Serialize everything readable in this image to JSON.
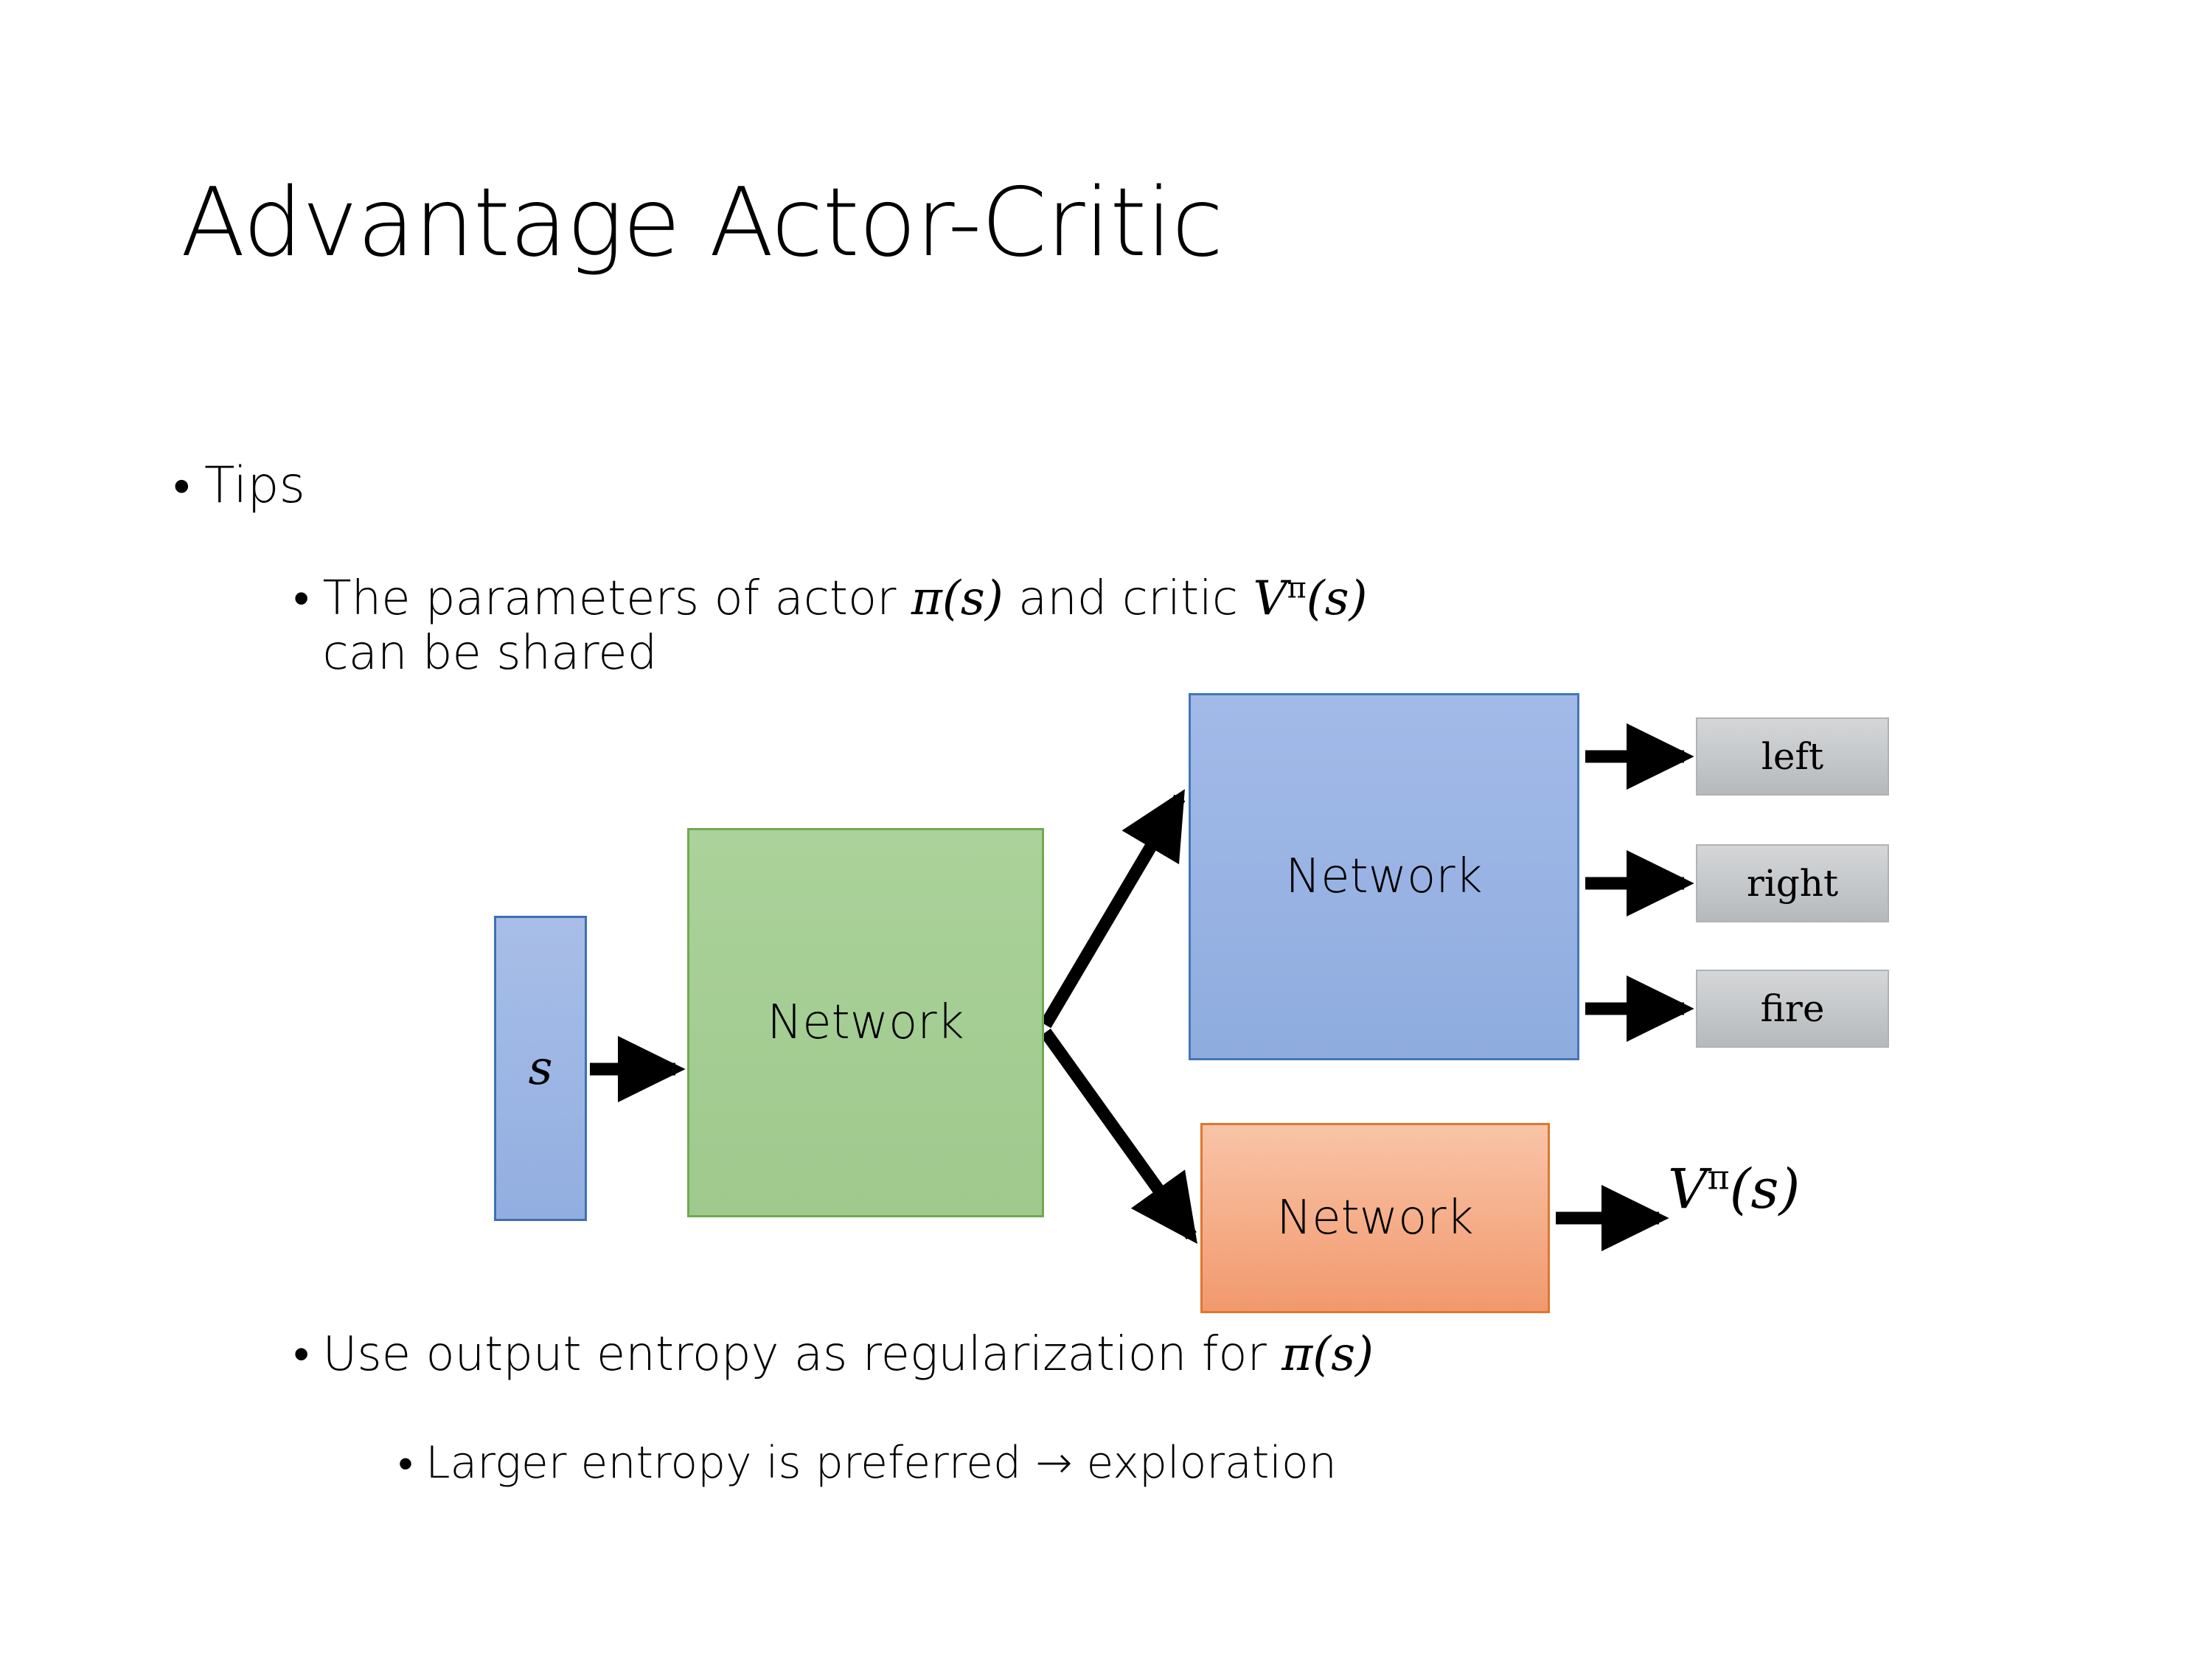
{
  "slide": {
    "title": "Advantage Actor-Critic",
    "background_color": "#FFFFFF"
  },
  "bullets": {
    "tips": {
      "marker": "•",
      "text": "Tips"
    },
    "parameters": {
      "marker": "•",
      "text_before_pi": "The parameters of actor ",
      "pi_of_s": "π(𝑠)",
      "text_middle": "  and critic ",
      "v_pi_base": "V",
      "v_pi_exp": "π",
      "v_pi_arg": "(𝑠)",
      "line2": "can be shared"
    },
    "entropy": {
      "marker": "•",
      "text": "Use output entropy as regularization for ",
      "pi_of_s": "π(𝑠)"
    },
    "larger": {
      "marker": "•",
      "text": "Larger entropy is preferred → exploration"
    }
  },
  "diagram": {
    "input_box": {
      "label": "𝑠",
      "fill": "#9BB6E4",
      "border": "#3F6FB5"
    },
    "shared_network": {
      "label": "Network",
      "fill": "#A5CE95",
      "border": "#71A953"
    },
    "actor_network": {
      "label": "Network",
      "fill": "#97B3E3",
      "border": "#4576B8"
    },
    "critic_network": {
      "label": "Network",
      "fill": "#F4AE8C",
      "border": "#E0762F"
    },
    "actions": [
      {
        "label": "left"
      },
      {
        "label": "right"
      },
      {
        "label": "fire"
      }
    ],
    "value_output": {
      "base": "V",
      "exponent": "π",
      "argument": "(𝑠)"
    },
    "action_box_fill": "#C6C9CB",
    "arrow_color": "#000000"
  }
}
